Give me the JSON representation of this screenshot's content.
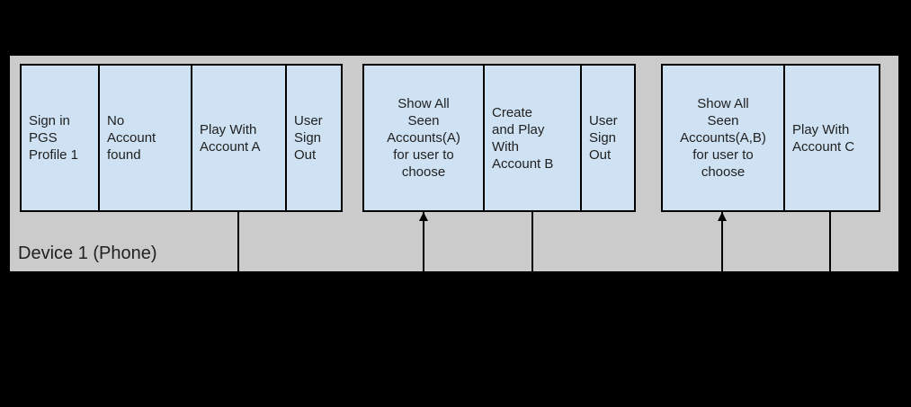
{
  "slide": {
    "background_color": "#000000"
  },
  "device_lane": {
    "label": "Device 1 (Phone)",
    "background_color": "#cbcbcb"
  },
  "styles": {
    "cell_fill_color": "#cfe2f3",
    "border_color": "#000000",
    "text_color": "#212121"
  },
  "groups": [
    {
      "cells": [
        {
          "text": "Sign in\nPGS\nProfile 1",
          "align": "left"
        },
        {
          "text": "No\nAccount\nfound",
          "align": "left"
        },
        {
          "text": "Play With\nAccount A",
          "align": "left"
        },
        {
          "text": "User\nSign\nOut",
          "align": "left"
        }
      ]
    },
    {
      "cells": [
        {
          "text": "Show All\nSeen\nAccounts(A)\nfor user to\nchoose",
          "align": "center"
        },
        {
          "text": "Create\nand Play\nWith\nAccount B",
          "align": "left"
        },
        {
          "text": "User\nSign\nOut",
          "align": "left"
        }
      ]
    },
    {
      "cells": [
        {
          "text": "Show All\nSeen\nAccounts(A,B)\nfor user to\nchoose",
          "align": "center"
        },
        {
          "text": "Play With\nAccount C",
          "align": "left"
        }
      ]
    }
  ],
  "connectors": [
    {
      "under_cell": "Play With Account A",
      "type": "line-down"
    },
    {
      "under_cell": "Show All Seen Accounts(A) for user to choose",
      "type": "arrow-up"
    },
    {
      "under_cell": "Create and Play With Account B",
      "type": "line-down"
    },
    {
      "under_cell": "Show All Seen Accounts(A,B) for user to choose",
      "type": "arrow-up"
    },
    {
      "under_cell": "Play With Account C",
      "type": "line-down"
    }
  ]
}
